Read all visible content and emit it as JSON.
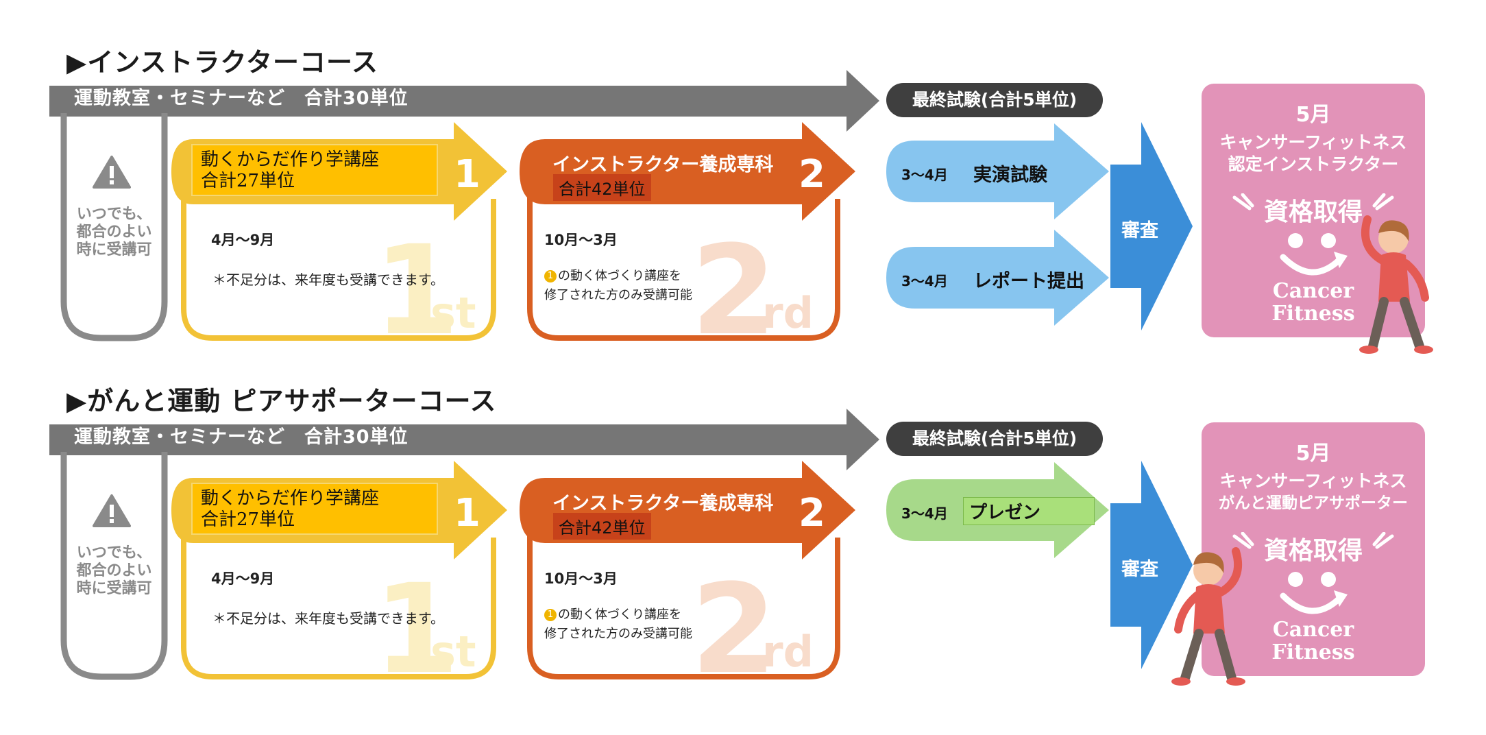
{
  "courses": [
    {
      "title": "▶インストラクターコース",
      "seminar_label": "運動教室・セミナーなど　合計30単位",
      "anytime_lines": [
        "いつでも、",
        "都合のよい",
        "時に受講可"
      ],
      "box1": {
        "title_line1": "動くからだ作り学講座",
        "title_line2": "合計27単位",
        "period": "4月〜9月",
        "note": "＊不足分は、来年度も受講できます。",
        "step": "1",
        "ordinal_num": "1",
        "ordinal_suffix": "st"
      },
      "box2": {
        "title": "インストラクター養成専科",
        "units": "合計42単位",
        "period": "10月〜3月",
        "note_marker": "1",
        "note_line1": "の動く体づくり講座を",
        "note_line2": "修了された方のみ受講可能",
        "step": "2",
        "ordinal_num": "2",
        "ordinal_suffix": "rd"
      },
      "final_exam": "最終試験(合計5単位)",
      "exams": [
        {
          "month": "3〜4月",
          "name": "実演試験"
        },
        {
          "month": "3〜4月",
          "name": "レポート提出"
        }
      ],
      "review": "審査",
      "cert": {
        "month": "5月",
        "line1": "キャンサーフィットネス",
        "line2": "認定インストラクター",
        "qualification": "資格取得",
        "logo_line1": "Cancer",
        "logo_line2": "Fitness"
      }
    },
    {
      "title": "▶がんと運動 ピアサポーターコース",
      "seminar_label": "運動教室・セミナーなど　合計30単位",
      "anytime_lines": [
        "いつでも、",
        "都合のよい",
        "時に受講可"
      ],
      "box1": {
        "title_line1": "動くからだ作り学講座",
        "title_line2": "合計27単位",
        "period": "4月〜9月",
        "note": "＊不足分は、来年度も受講できます。",
        "step": "1",
        "ordinal_num": "1",
        "ordinal_suffix": "st"
      },
      "box2": {
        "title": "インストラクター養成専科",
        "units": "合計42単位",
        "period": "10月〜3月",
        "note_marker": "1",
        "note_line1": "の動く体づくり講座を",
        "note_line2": "修了された方のみ受講可能",
        "step": "2",
        "ordinal_num": "2",
        "ordinal_suffix": "rd"
      },
      "final_exam": "最終試験(合計5単位)",
      "exams": [
        {
          "month": "3〜4月",
          "name": "プレゼン"
        }
      ],
      "review": "審査",
      "cert": {
        "month": "5月",
        "line1": "キャンサーフィットネス",
        "line2": "がんと運動ピアサポーター",
        "qualification": "資格取得",
        "logo_line1": "Cancer",
        "logo_line2": "Fitness"
      }
    }
  ],
  "colors": {
    "gray_arrow": "#767676",
    "frame_gray": "#8a8a8a",
    "yellow": "#f2c236",
    "orange": "#d95f22",
    "light_blue": "#87c5ef",
    "blue": "#3b8ed8",
    "green": "#a7d98a",
    "pink": "#e293b8"
  },
  "icons": [
    "warning-icon",
    "smiley-logo-icon",
    "woman-stretching-illustration"
  ]
}
